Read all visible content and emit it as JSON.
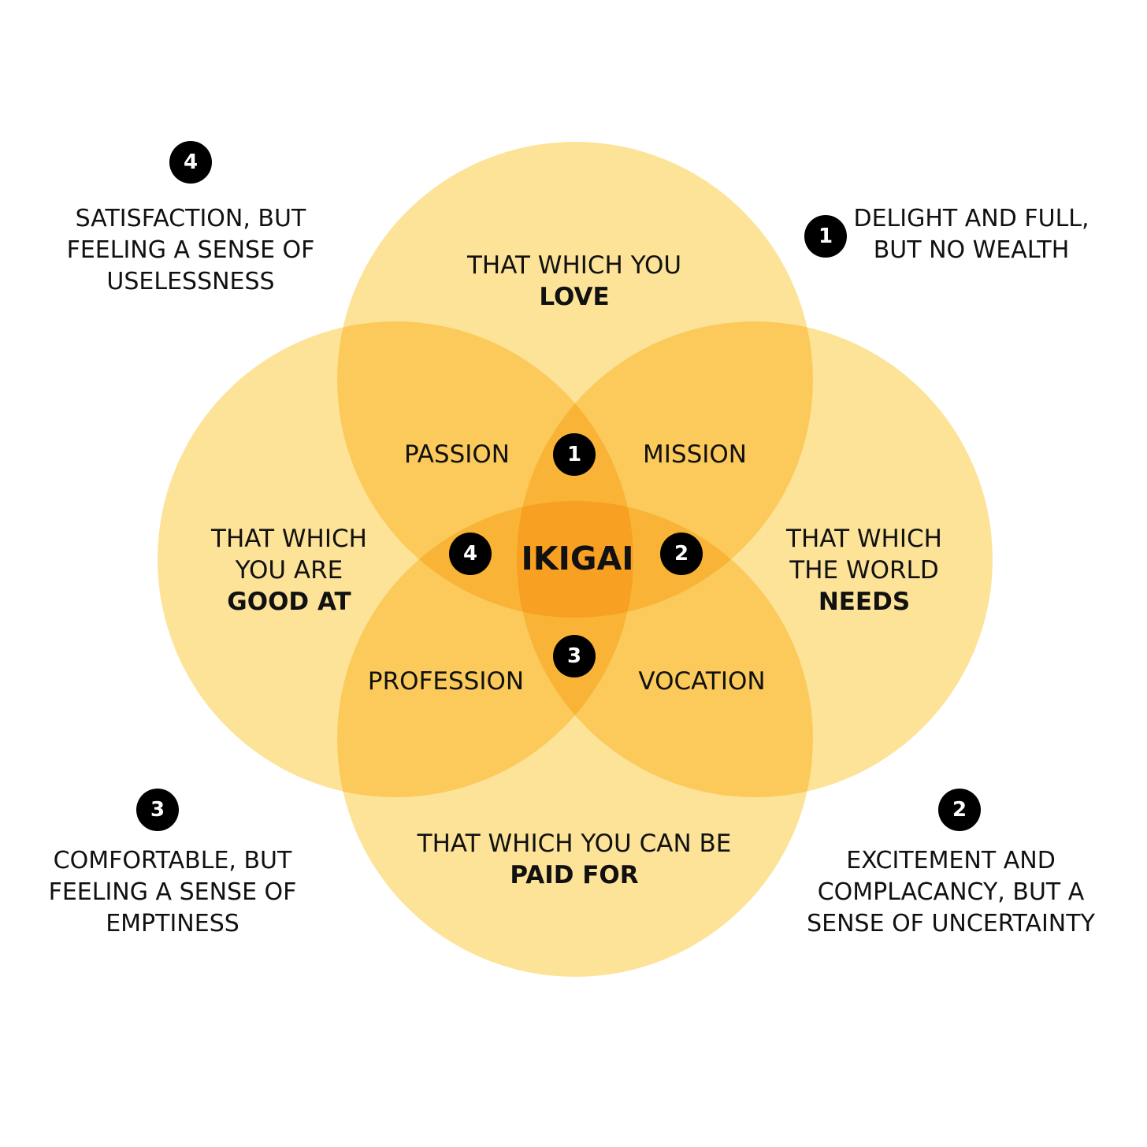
{
  "colors": {
    "circle_fill": "#fde398",
    "center_text": "#111111",
    "badge_bg": "#000000",
    "badge_text": "#ffffff"
  },
  "circles": {
    "love": {
      "lines": [
        "THAT WHICH YOU"
      ],
      "bold": "LOVE"
    },
    "good_at": {
      "lines": [
        "THAT WHICH",
        "YOU ARE"
      ],
      "bold": "GOOD AT"
    },
    "needs": {
      "lines": [
        "THAT WHICH",
        "THE WORLD"
      ],
      "bold": "NEEDS"
    },
    "paid": {
      "lines": [
        "THAT WHICH YOU CAN BE"
      ],
      "bold": "PAID FOR"
    }
  },
  "overlaps": {
    "passion": "PASSION",
    "mission": "MISSION",
    "profession": "PROFESSION",
    "vocation": "VOCATION"
  },
  "center": "IKIGAI",
  "inner_badges": [
    "1",
    "2",
    "3",
    "4"
  ],
  "notes": {
    "n1": {
      "badge": "1",
      "lines": [
        "DELIGHT AND FULL,",
        "BUT NO WEALTH"
      ]
    },
    "n2": {
      "badge": "2",
      "lines": [
        "EXCITEMENT AND",
        "COMPLACANCY, BUT A",
        "SENSE OF UNCERTAINTY"
      ]
    },
    "n3": {
      "badge": "3",
      "lines": [
        "COMFORTABLE, BUT",
        "FEELING A SENSE OF",
        "EMPTINESS"
      ]
    },
    "n4": {
      "badge": "4",
      "lines": [
        "SATISFACTION, BUT",
        "FEELING A SENSE OF",
        "USELESSNESS"
      ]
    }
  }
}
